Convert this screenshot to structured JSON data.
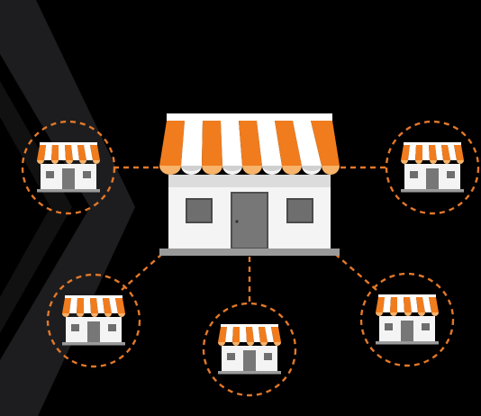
{
  "colors": {
    "background": "#000000",
    "chevron": "#1f1f21",
    "accent_orange": "#f07c1e",
    "awning_white": "#ffffff",
    "awning_scallop": "#f7b36a",
    "wall_white": "#f4f4f4",
    "wall_shade": "#d8d8d8",
    "window_gray": "#6e6e6e",
    "door_gray": "#777777",
    "base_gray": "#9a9a9a",
    "dashed_line": "#e2782a"
  },
  "illustration": {
    "central_store": {
      "icon": "storefront-icon"
    },
    "satellite_stores": [
      {
        "icon": "storefront-icon",
        "position_label": "upper-left"
      },
      {
        "icon": "storefront-icon",
        "position_label": "upper-right"
      },
      {
        "icon": "storefront-icon",
        "position_label": "lower-left"
      },
      {
        "icon": "storefront-icon",
        "position_label": "bottom-center"
      },
      {
        "icon": "storefront-icon",
        "position_label": "lower-right"
      }
    ],
    "decoration": {
      "icon": "chevron-arrow-icon"
    }
  }
}
